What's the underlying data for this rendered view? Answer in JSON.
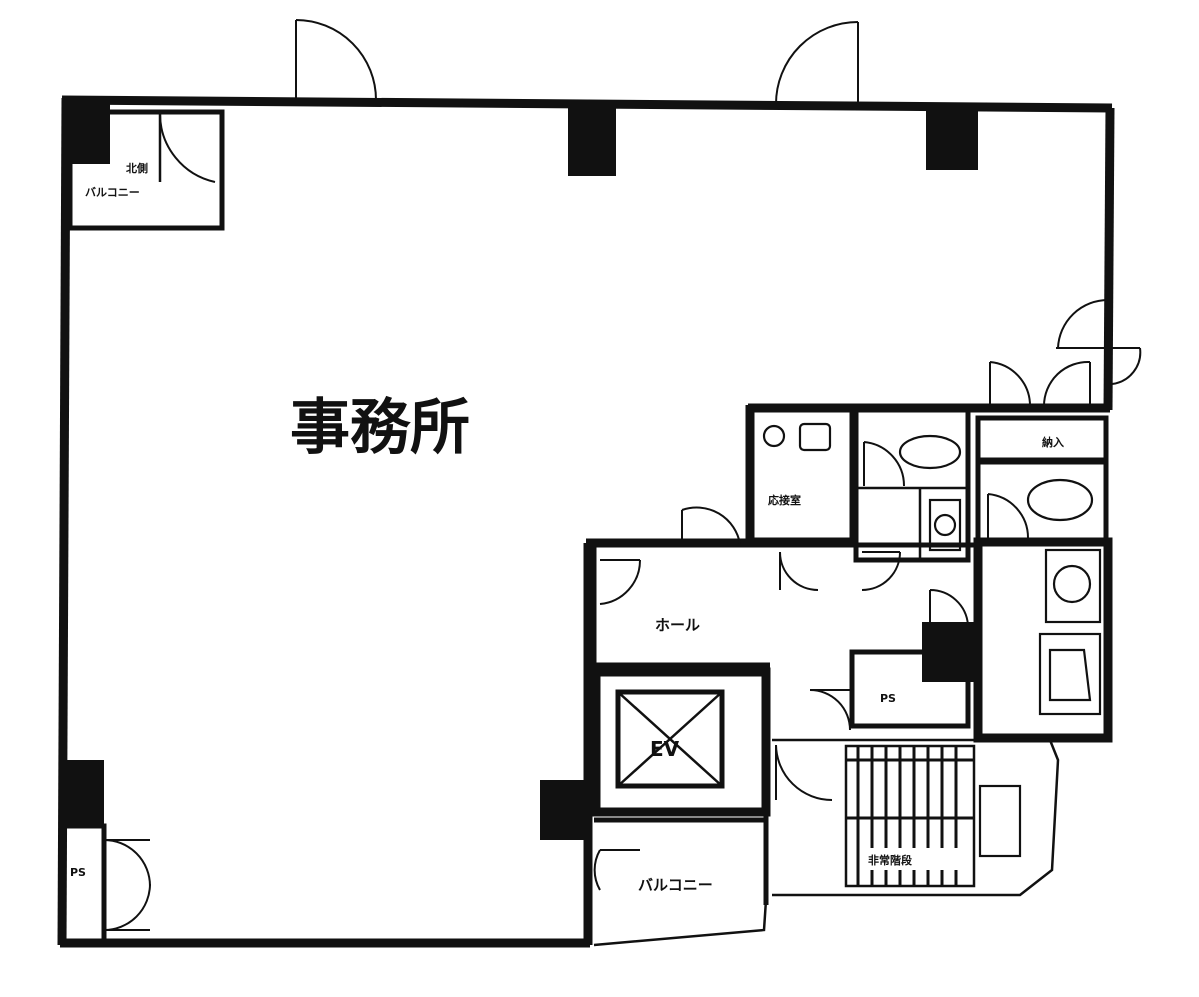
{
  "rooms": {
    "office": "事務所",
    "corner_balcony_line1": "北側",
    "corner_balcony_line2": "バルコニー",
    "reception": "応接室",
    "storage": "納入",
    "hall": "ホール",
    "kitchenette": "PS",
    "elevator": "EV",
    "balcony": "バルコニー",
    "stairs": "非常階段",
    "left_closet": "PS"
  }
}
